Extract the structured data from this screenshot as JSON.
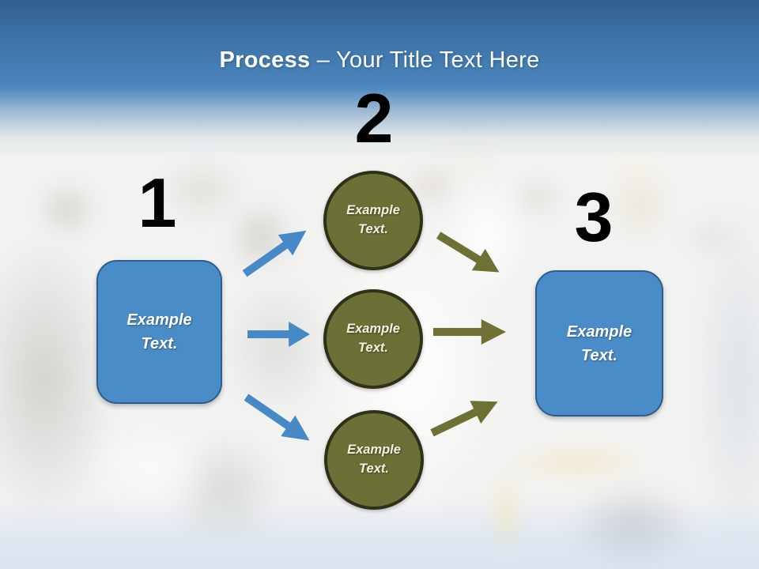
{
  "background_note": "Blurred, washed-out photo of children practicing martial arts in white uniforms on a blue mat",
  "title": {
    "emphasis": "Process",
    "rest": " – Your Title Text Here"
  },
  "steps": [
    {
      "number": "1",
      "shape": "rounded-box",
      "label": "Example\nText."
    },
    {
      "number": "2",
      "shape": "circle-group",
      "labels": [
        "Example\nText.",
        "Example\nText.",
        "Example\nText."
      ]
    },
    {
      "number": "3",
      "shape": "rounded-box",
      "label": "Example\nText."
    }
  ],
  "colors": {
    "sky_top": "#2c608f",
    "sky_bottom": "#4b86bd",
    "box_fill": "#4a8cc8",
    "box_border": "#2d5d8d",
    "circle_fill": "#6d7036",
    "circle_border": "#2e3018",
    "arrow_blue": "#4789c6",
    "arrow_olive": "#6e7034",
    "number_color": "#000000",
    "title_color": "#ffffff"
  }
}
